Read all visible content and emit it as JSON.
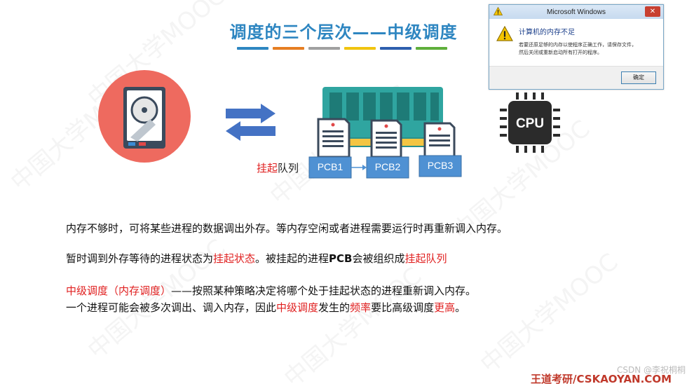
{
  "slide": {
    "title": "调度的三个层次——中级调度",
    "title_bar_colors": [
      "#2E86C1",
      "#E67E22",
      "#A0A0A0",
      "#F1C40F",
      "#2E5FAE",
      "#5FAF3B"
    ],
    "watermark_text": "中国大学MOOC"
  },
  "dialog": {
    "title": "Microsoft Windows",
    "close_label": "✕",
    "heading": "计算机的内存不足",
    "message_line1": "若要还原足够的内存以使程序正确工作，请保存文件，",
    "message_line2": "然后关闭或重新启动所有打开的程序。",
    "ok_label": "确定"
  },
  "diagram": {
    "pcbs": [
      "PCB1",
      "PCB2",
      "PCB3"
    ],
    "queue_label_red": "挂起",
    "queue_label_black": "队列",
    "cpu_label": "CPU",
    "colors": {
      "disk_circle": "#EE6A5F",
      "arrow": "#4472C4",
      "pcb_box": "#4F91D3",
      "ram_board": "#2FA5A0",
      "cpu": "#2B2B2B"
    }
  },
  "text": {
    "line1": "内存不够时，可将某些进程的数据调出外存。等内存空闲或者进程需要运行时再重新调入内存。",
    "line2_a": "暂时调到外存等待的进程状态为",
    "line2_b": "挂起状态",
    "line2_c": "。被挂起的进程",
    "line2_pcb": "PCB",
    "line2_d": "会被组织成",
    "line2_e": "挂起队列",
    "line3_a": "中级调度（内存调度）",
    "line3_b": "——按照某种策略决定将哪个处于挂起状态的进程重新调入内存。",
    "line4_a": "一个进程可能会被多次调出、调入内存，因此",
    "line4_b": "中级调度",
    "line4_c": "发生的",
    "line4_d": "频率",
    "line4_e": "要比高级调度",
    "line4_f": "更高",
    "line4_g": "。"
  },
  "footer": {
    "brand": "王道考研/CSKAOYAN.COM",
    "csdn": "CSDN @李祝桐桐"
  }
}
